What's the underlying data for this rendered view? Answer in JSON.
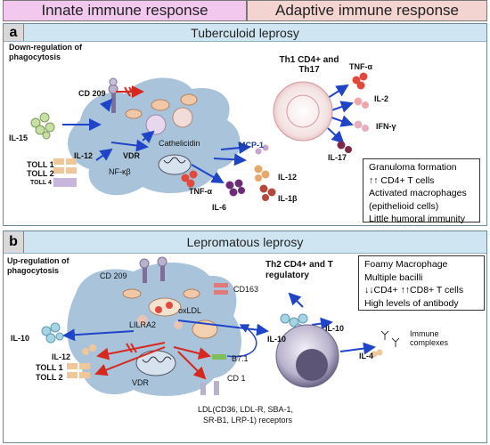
{
  "header": {
    "innate": "Innate immune response",
    "adaptive": "Adaptive immune response"
  },
  "colors": {
    "innate_bg": "#f2c8ef",
    "adaptive_bg": "#f3d4d0",
    "band_bg": "#cfe6f2",
    "cell_blue": "#a9c4da",
    "arrow_blue": "#1f44c8",
    "arrow_red": "#d7281f"
  },
  "panel_a": {
    "letter": "a",
    "title": "Tuberculoid leprosy",
    "subtitle": "Down-regulation of phagocytosis",
    "labels": {
      "cd209": "CD 209",
      "il15": "IL-15",
      "il12": "IL-12",
      "vdr": "VDR",
      "toll1": "TOLL 1",
      "toll2": "TOLL 2",
      "toll4": "TOLL 4",
      "nfkb": "NF-κβ",
      "cathelicidin": "Cathelicidin",
      "mcp1": "MCP-1",
      "tnfa": "TNF-α",
      "il6": "IL-6",
      "il12b": "IL-12",
      "il1b": "IL-1β"
    },
    "th_title": "Th1 CD4+ and Th17",
    "cytokines": {
      "tnfa": "TNF-α",
      "il2": "IL-2",
      "ifng": "IFN-γ",
      "il17": "IL-17"
    },
    "box": [
      "Granuloma formation",
      "↑↑ CD4+ T cells",
      "Activated macrophages",
      "(epithelioid cells)",
      "Little humoral immunity"
    ]
  },
  "panel_b": {
    "letter": "b",
    "title": "Lepromatous leprosy",
    "subtitle": "Up-regulation of phagocytosis",
    "labels": {
      "cd209": "CD 209",
      "cd163": "CD163",
      "oxldl": "oxLDL",
      "lilra2": "LILRA2",
      "il10_left": "IL-10",
      "il10_right": "IL-10",
      "il12": "IL-12",
      "toll1": "TOLL 1",
      "toll2": "TOLL 2",
      "vdr": "VDR",
      "b71": "B7.1",
      "cd1": "CD 1",
      "receptors1": "LDL(CD36, LDL-R, SBA-1,",
      "receptors2": "SR-B1, LRP-1) receptors"
    },
    "th_title": "Th2 CD4+ and T regulatory",
    "cytokines": {
      "il10": "IL-10",
      "il4": "IL-4",
      "immune_complexes": "Immune complexes"
    },
    "box": [
      "Foamy Macrophage",
      "Multiple bacilli",
      "↓↓CD4+ ↑↑CD8+ T cells",
      "High levels of antibody"
    ]
  }
}
